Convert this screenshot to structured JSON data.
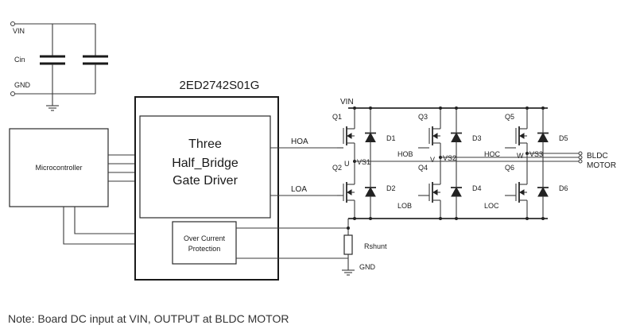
{
  "power": {
    "vin": "VIN",
    "gnd": "GND",
    "cap": "Cin"
  },
  "ic": {
    "part": "2ED2742S01G",
    "driver_lines": [
      "Three",
      "Half_Bridge",
      "Gate Driver"
    ],
    "ocp_lines": [
      "Over Current",
      "Protection"
    ]
  },
  "mcu": {
    "label": "Microcontroller"
  },
  "bridge": {
    "vin": "VIN",
    "gnd": "GND",
    "shunt": "Rshunt",
    "legs": [
      {
        "high_fet": "Q1",
        "low_fet": "Q2",
        "high_diode": "D1",
        "low_diode": "D2",
        "high_sig": "HOA",
        "low_sig": "LOA",
        "phase": "U",
        "vs": "VS1"
      },
      {
        "high_fet": "Q3",
        "low_fet": "Q4",
        "high_diode": "D3",
        "low_diode": "D4",
        "high_sig": "HOB",
        "low_sig": "LOB",
        "phase": "V",
        "vs": "VS2"
      },
      {
        "high_fet": "Q5",
        "low_fet": "Q6",
        "high_diode": "D5",
        "low_diode": "D6",
        "high_sig": "HOC",
        "low_sig": "LOC",
        "phase": "W",
        "vs": "VS3"
      }
    ]
  },
  "motor": {
    "line1": "BLDC",
    "line2": "MOTOR"
  },
  "note": "Note: Board DC input at VIN, OUTPUT at BLDC MOTOR"
}
